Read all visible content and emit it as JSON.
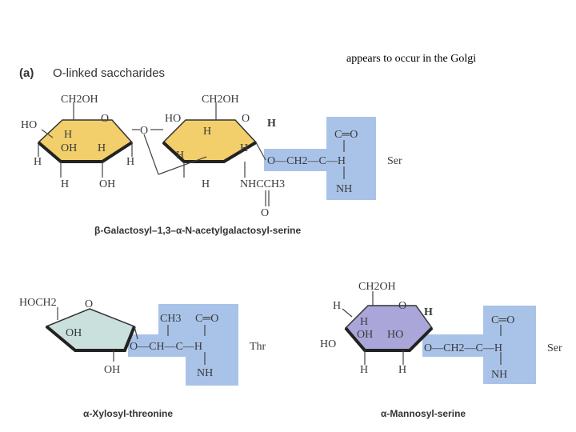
{
  "note": "appears to occur in the Golgi",
  "panel": {
    "label": "(a)",
    "title": "O-linked saccharides"
  },
  "colors": {
    "galactose": "#f2cf6b",
    "aminoacid": "#a9c3e8",
    "xylose": "#c9e0dd",
    "mannose": "#aaa6da",
    "stroke": "#333333"
  },
  "galnac": {
    "caption": "β-Galactosyl–1,3–α-N-acetylgalactosyl-serine",
    "gal": {
      "ch2oh": "CH2OH",
      "ho": "HO",
      "ring_o": "O",
      "h1": "H",
      "oh": "OH",
      "h2": "H",
      "h_left": "H",
      "h_right": "H",
      "h_bottom": "H",
      "oh_bottom": "OH",
      "link_o": "O"
    },
    "nac": {
      "ho": "HO",
      "ch2oh": "CH2OH",
      "ring_o": "O",
      "h1": "H",
      "h2": "H",
      "h3": "H",
      "h4": "H",
      "h_bottom": "H",
      "nhcch3": "NHCCH3",
      "carbonyl_o": "O"
    },
    "ser": {
      "co": "C═O",
      "o_ch2": "O—CH2—C—H",
      "nh": "NH",
      "name": "Ser"
    }
  },
  "xylosyl": {
    "caption": "α-Xylosyl-threonine",
    "sugar": {
      "hoch2": "HOCH2",
      "ring_o": "O",
      "oh": "OH",
      "oh_bottom": "OH"
    },
    "thr": {
      "ch3": "CH3",
      "co": "C═O",
      "chain": "O—CH—C—H",
      "nh": "NH",
      "name": "Thr"
    }
  },
  "mannosyl": {
    "caption": "α-Mannosyl-serine",
    "sugar": {
      "ch2oh": "CH2OH",
      "h_top": "H",
      "ring_o": "O",
      "h_right": "H",
      "h_mid": "H",
      "oh": "OH",
      "ho_mid": "HO",
      "ho_left": "HO",
      "h_b1": "H",
      "h_b2": "H"
    },
    "ser": {
      "co": "C═O",
      "chain": "O—CH2—C—H",
      "nh": "NH",
      "name": "Ser"
    }
  }
}
